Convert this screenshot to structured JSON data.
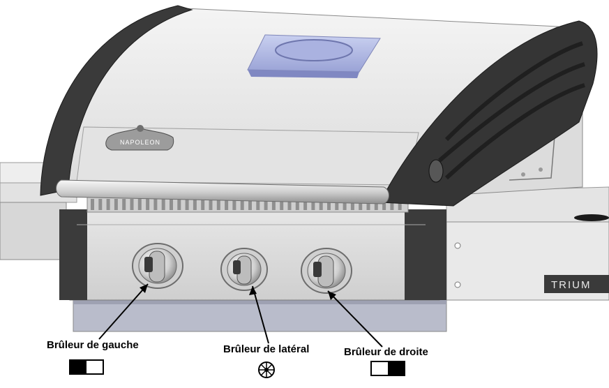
{
  "brand_text": "NAPOLEON",
  "model_text": "TRIUM",
  "labels": {
    "left": "Brûleur de gauche",
    "middle": "Brûleur de latéral",
    "right": "Brûleur de droite"
  },
  "icons": {
    "left": "left-burner-indicator-icon",
    "middle": "side-burner-wheel-icon",
    "right": "right-burner-indicator-icon"
  },
  "colors": {
    "lid_frame": "#3a3a3a",
    "steel": "#d9d9d9",
    "window": "#b7bfe6",
    "cart": "#b9bccb"
  }
}
